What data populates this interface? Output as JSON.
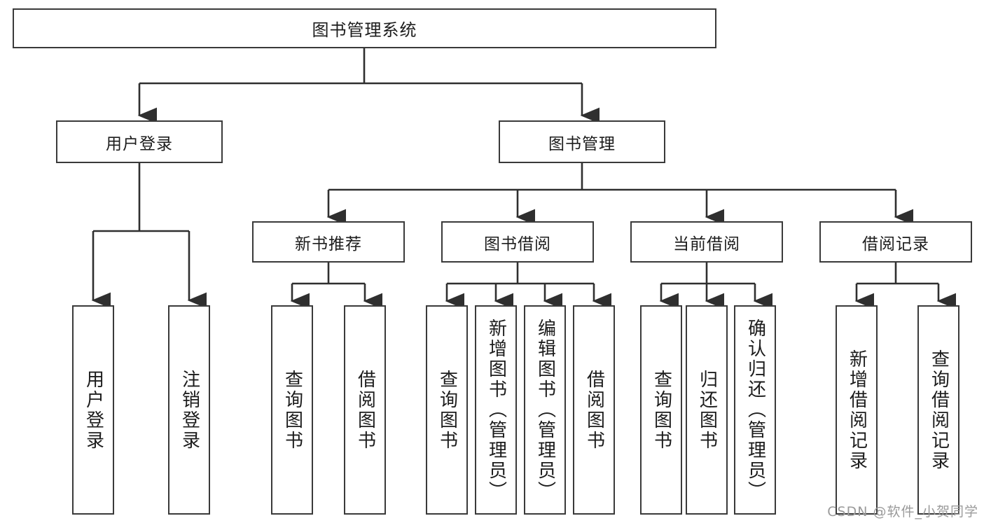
{
  "diagram": {
    "type": "tree",
    "title": "图书管理系统",
    "watermark": "CSDN @软件_小贺同学",
    "colors": {
      "box_border": "#3a3a3a",
      "box_fill": "#ffffff",
      "line": "#2f2f2f",
      "text": "#1c1c1c",
      "watermark": "#9a9a9a"
    },
    "root": {
      "label": "图书管理系统"
    },
    "level2": [
      {
        "label": "用户登录"
      },
      {
        "label": "图书管理"
      }
    ],
    "level3": [
      {
        "label": "新书推荐"
      },
      {
        "label": "图书借阅"
      },
      {
        "label": "当前借阅"
      },
      {
        "label": "借阅记录"
      }
    ],
    "leaves": {
      "user_login": [
        {
          "label": "用户登录"
        },
        {
          "label": "注销登录"
        }
      ],
      "new_book": [
        {
          "label": "查询图书"
        },
        {
          "label": "借阅图书"
        }
      ],
      "book_borrow": [
        {
          "label": "查询图书"
        },
        {
          "label": "新增图书（管理员）"
        },
        {
          "label": "编辑图书（管理员）"
        },
        {
          "label": "借阅图书"
        }
      ],
      "current_borrow": [
        {
          "label": "查询图书"
        },
        {
          "label": "归还图书"
        },
        {
          "label": "确认归还（管理员）"
        }
      ],
      "borrow_record": [
        {
          "label": "新增借阅记录"
        },
        {
          "label": "查询借阅记录"
        }
      ]
    }
  }
}
